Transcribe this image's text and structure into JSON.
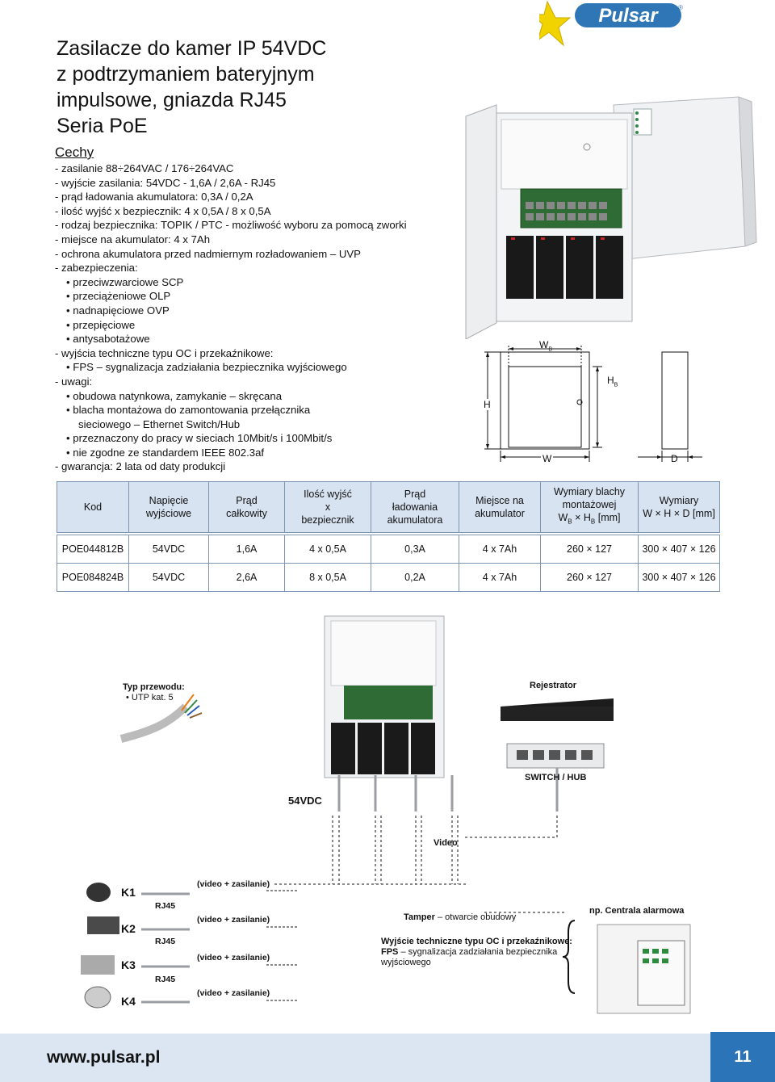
{
  "brand": {
    "name": "Pulsar",
    "reg": "®"
  },
  "title": {
    "line1": "Zasilacze do kamer IP 54VDC",
    "line2": "z podtrzymaniem bateryjnym",
    "line3": "impulsowe, gniazda RJ45",
    "line4": "Seria PoE"
  },
  "features": {
    "heading": "Cechy",
    "l1": "-  zasilanie 88÷264VAC / 176÷264VAC",
    "l2": "-  wyjście zasilania: 54VDC - 1,6A / 2,6A - RJ45",
    "l3": "-  prąd ładowania akumulatora: 0,3A / 0,2A",
    "l4": "-  ilość wyjść x bezpiecznik: 4 x 0,5A / 8 x 0,5A",
    "l5": "-  rodzaj bezpiecznika: TOPIK / PTC - możliwość wyboru za pomocą zworki",
    "l6": "-  miejsce na akumulator: 4 x 7Ah",
    "l7": "-  ochrona akumulatora przed nadmiernym rozładowaniem – UVP",
    "l8": "-  zabezpieczenia:",
    "b1": "•  przeciwzwarciowe SCP",
    "b2": "•  przeciążeniowe OLP",
    "b3": "•  nadnapięciowe OVP",
    "b4": "•  przepięciowe",
    "b5": "•  antysabotażowe",
    "l9": "-  wyjścia techniczne typu OC i przekaźnikowe:",
    "b6": "•  FPS – sygnalizacja zadziałania bezpiecznika wyjściowego",
    "l10": "-  uwagi:",
    "b7": "•  obudowa natynkowa, zamykanie – skręcana",
    "b8": "•  blacha montażowa do zamontowania przełącznika",
    "c8": "sieciowego – Ethernet Switch/Hub",
    "b9": "•  przeznaczony do pracy w sieciach 10Mbit/s i 100Mbit/s",
    "b10": "•  nie zgodne ze standardem IEEE 802.3af",
    "l11": "-  gwarancja: 2 lata od daty produkcji"
  },
  "dims": {
    "wb": "W",
    "wb_sub": "B",
    "hb": "H",
    "hb_sub": "B",
    "h": "H",
    "w": "W",
    "d": "D"
  },
  "table": {
    "h1": "Kod",
    "h2a": "Napięcie",
    "h2b": "wyjściowe",
    "h3a": "Prąd",
    "h3b": "całkowity",
    "h4a": "Ilość wyjść",
    "h4b": "x",
    "h4c": "bezpiecznik",
    "h5a": "Prąd",
    "h5b": "ładowania",
    "h5c": "akumulatora",
    "h6a": "Miejsce na",
    "h6b": "akumulator",
    "h7a": "Wymiary blachy",
    "h7b": "montażowej",
    "h7c": "W",
    "h7d": "B",
    "h7e": " × H",
    "h7f": "B",
    "h7g": " [mm]",
    "h8a": "Wymiary",
    "h8b": "W × H × D [mm]",
    "rows": [
      [
        "POE044812B",
        "54VDC",
        "1,6A",
        "4 x 0,5A",
        "0,3A",
        "4 x 7Ah",
        "260 × 127",
        "300 × 407 × 126"
      ],
      [
        "POE084824B",
        "54VDC",
        "2,6A",
        "8 x 0,5A",
        "0,2A",
        "4 x 7Ah",
        "260 × 127",
        "300 × 407 × 126"
      ]
    ]
  },
  "diagram": {
    "cable_title": "Typ przewodu:",
    "cable_type": "• UTP kat. 5",
    "recorder": "Rejestrator",
    "switch": "SWITCH / HUB",
    "psu_out": "54VDC",
    "video": "Video",
    "k1": "K1",
    "k2": "K2",
    "k3": "K3",
    "k4": "K4",
    "rj45": "RJ45",
    "vz": "(video + zasilanie)",
    "tamper_b": "Tamper",
    "tamper_r": " – otwarcie obudowy",
    "alarm": "np. Centrala alarmowa",
    "tech_b": "Wyjście techniczne typu OC i przekaźnikowe:",
    "fps_b": "FPS",
    "fps_r": " – sygnalizacja zadziałania bezpiecznika",
    "fps_r2": "wyjściowego"
  },
  "footer": {
    "url": "www.pulsar.pl",
    "page": "11"
  }
}
